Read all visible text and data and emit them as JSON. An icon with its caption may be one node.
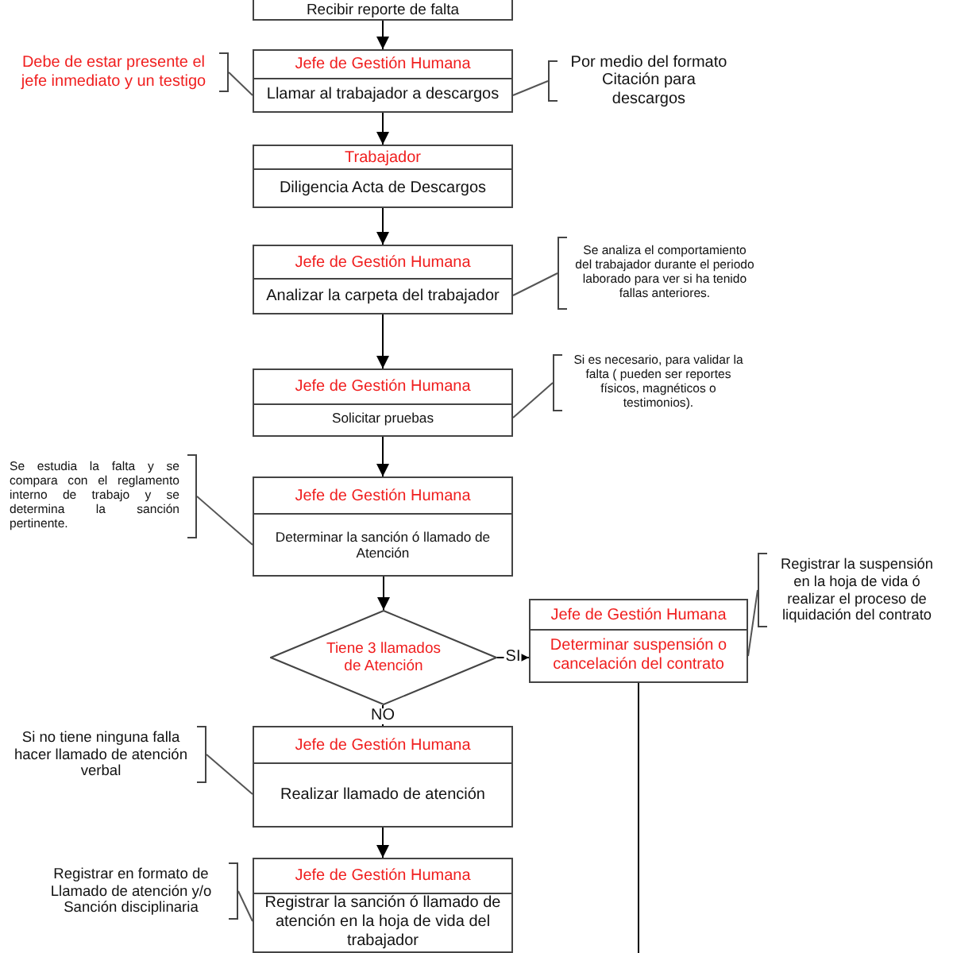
{
  "diagram": {
    "nodes": [
      {
        "text": [
          "Recibir reporte de falta"
        ]
      },
      {
        "text": [
          "Debe de estar presente el jefe inmediato y un testigo"
        ]
      },
      {
        "text": [
          "Jefe de Gestión Humana",
          "Llamar al trabajador a descargos"
        ]
      },
      {
        "text": [
          "Por medio del formato Citación para descargos"
        ]
      },
      {
        "text": [
          "Trabajador",
          "Diligencia Acta de Descargos"
        ]
      },
      {
        "text": [
          "Jefe de Gestión Humana",
          "Analizar la carpeta del trabajador"
        ]
      },
      {
        "text": [
          "Se analiza el comportamiento del trabajador durante el periodo laborado para ver si ha tenido fallas anteriores."
        ]
      },
      {
        "text": [
          "Jefe de Gestión Humana",
          "Solicitar pruebas"
        ]
      },
      {
        "text": [
          "Si es necesario,  para validar la falta ( pueden ser reportes físicos, magnéticos o testimonios)."
        ]
      },
      {
        "text": [
          "Se estudia la falta y se compara con el reglamento interno de trabajo y se determina la sanción pertinente."
        ]
      },
      {
        "text": [
          "Jefe de Gestión Humana",
          "Determinar la sanción ó llamado de Atención"
        ]
      },
      {
        "text": [
          "Registrar la suspensión en la hoja de vida ó realizar el proceso de liquidación del contrato"
        ]
      },
      {
        "text": [
          "Tiene 3 llamados de Atención"
        ]
      },
      {
        "text": [
          "Jefe de Gestión Humana",
          "Determinar suspensión o cancelación del contrato"
        ]
      },
      {
        "text": [
          "Si no tiene ninguna falla hacer llamado de atención verbal"
        ]
      },
      {
        "text": [
          "Jefe de Gestión Humana",
          "Realizar llamado de atención"
        ]
      },
      {
        "text": [
          "Registrar en formato de Llamado de atención y/o Sanción disciplinaria"
        ]
      },
      {
        "text": [
          "Jefe de Gestión Humana",
          "Registrar la sanción ó llamado de atención en la hoja de vida del trabajador"
        ]
      }
    ],
    "edges": [
      {
        "from": 0,
        "to": 2,
        "arrow": "to"
      },
      {
        "from": 2,
        "to": 4,
        "arrow": "to"
      },
      {
        "from": 4,
        "to": 5,
        "arrow": "to"
      },
      {
        "from": 5,
        "to": 7,
        "arrow": "to"
      },
      {
        "from": 7,
        "to": 10,
        "arrow": "to"
      },
      {
        "from": 10,
        "to": 12,
        "arrow": "to"
      },
      {
        "from": 12,
        "to": 13,
        "arrow": "to",
        "label": "SI"
      },
      {
        "from": 12,
        "to": 15,
        "arrow": "to",
        "label": "NO"
      },
      {
        "from": 15,
        "to": 17,
        "arrow": "to"
      },
      {
        "from": 13,
        "to": null,
        "arrow": "none"
      },
      {
        "from": 1,
        "to": 2,
        "arrow": "none"
      },
      {
        "from": 3,
        "to": 2,
        "arrow": "none"
      },
      {
        "from": 6,
        "to": 5,
        "arrow": "none"
      },
      {
        "from": 8,
        "to": 7,
        "arrow": "none"
      },
      {
        "from": 9,
        "to": 10,
        "arrow": "none"
      },
      {
        "from": 11,
        "to": 13,
        "arrow": "none"
      },
      {
        "from": 14,
        "to": 15,
        "arrow": "none"
      },
      {
        "from": 16,
        "to": 17,
        "arrow": "none"
      }
    ]
  }
}
